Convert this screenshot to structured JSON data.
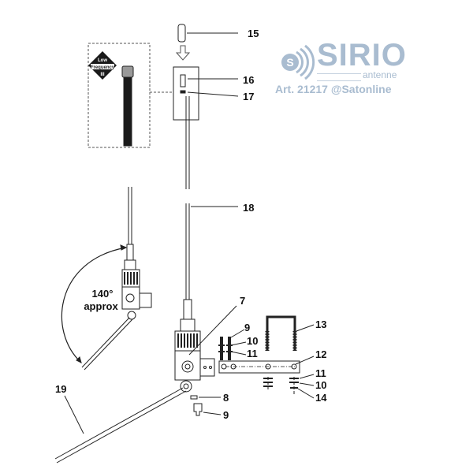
{
  "logo": {
    "brand": "SIRIO",
    "subtitle": "antenne",
    "article": "Art. 21217 @Satonline",
    "color": "#a9bcd0"
  },
  "inset": {
    "badge_line1": "Low",
    "badge_line2": "Frequency",
    "badge_line3": "III"
  },
  "tilt": {
    "angle": "140°",
    "note": "approx"
  },
  "callouts": {
    "p15": "15",
    "p16": "16",
    "p17": "17",
    "p18": "18",
    "p7": "7",
    "p9a": "9",
    "p10a": "10",
    "p11a": "11",
    "p13": "13",
    "p12": "12",
    "p11b": "11",
    "p10b": "10",
    "p14": "14",
    "p8": "8",
    "p9b": "9",
    "p19": "19"
  }
}
